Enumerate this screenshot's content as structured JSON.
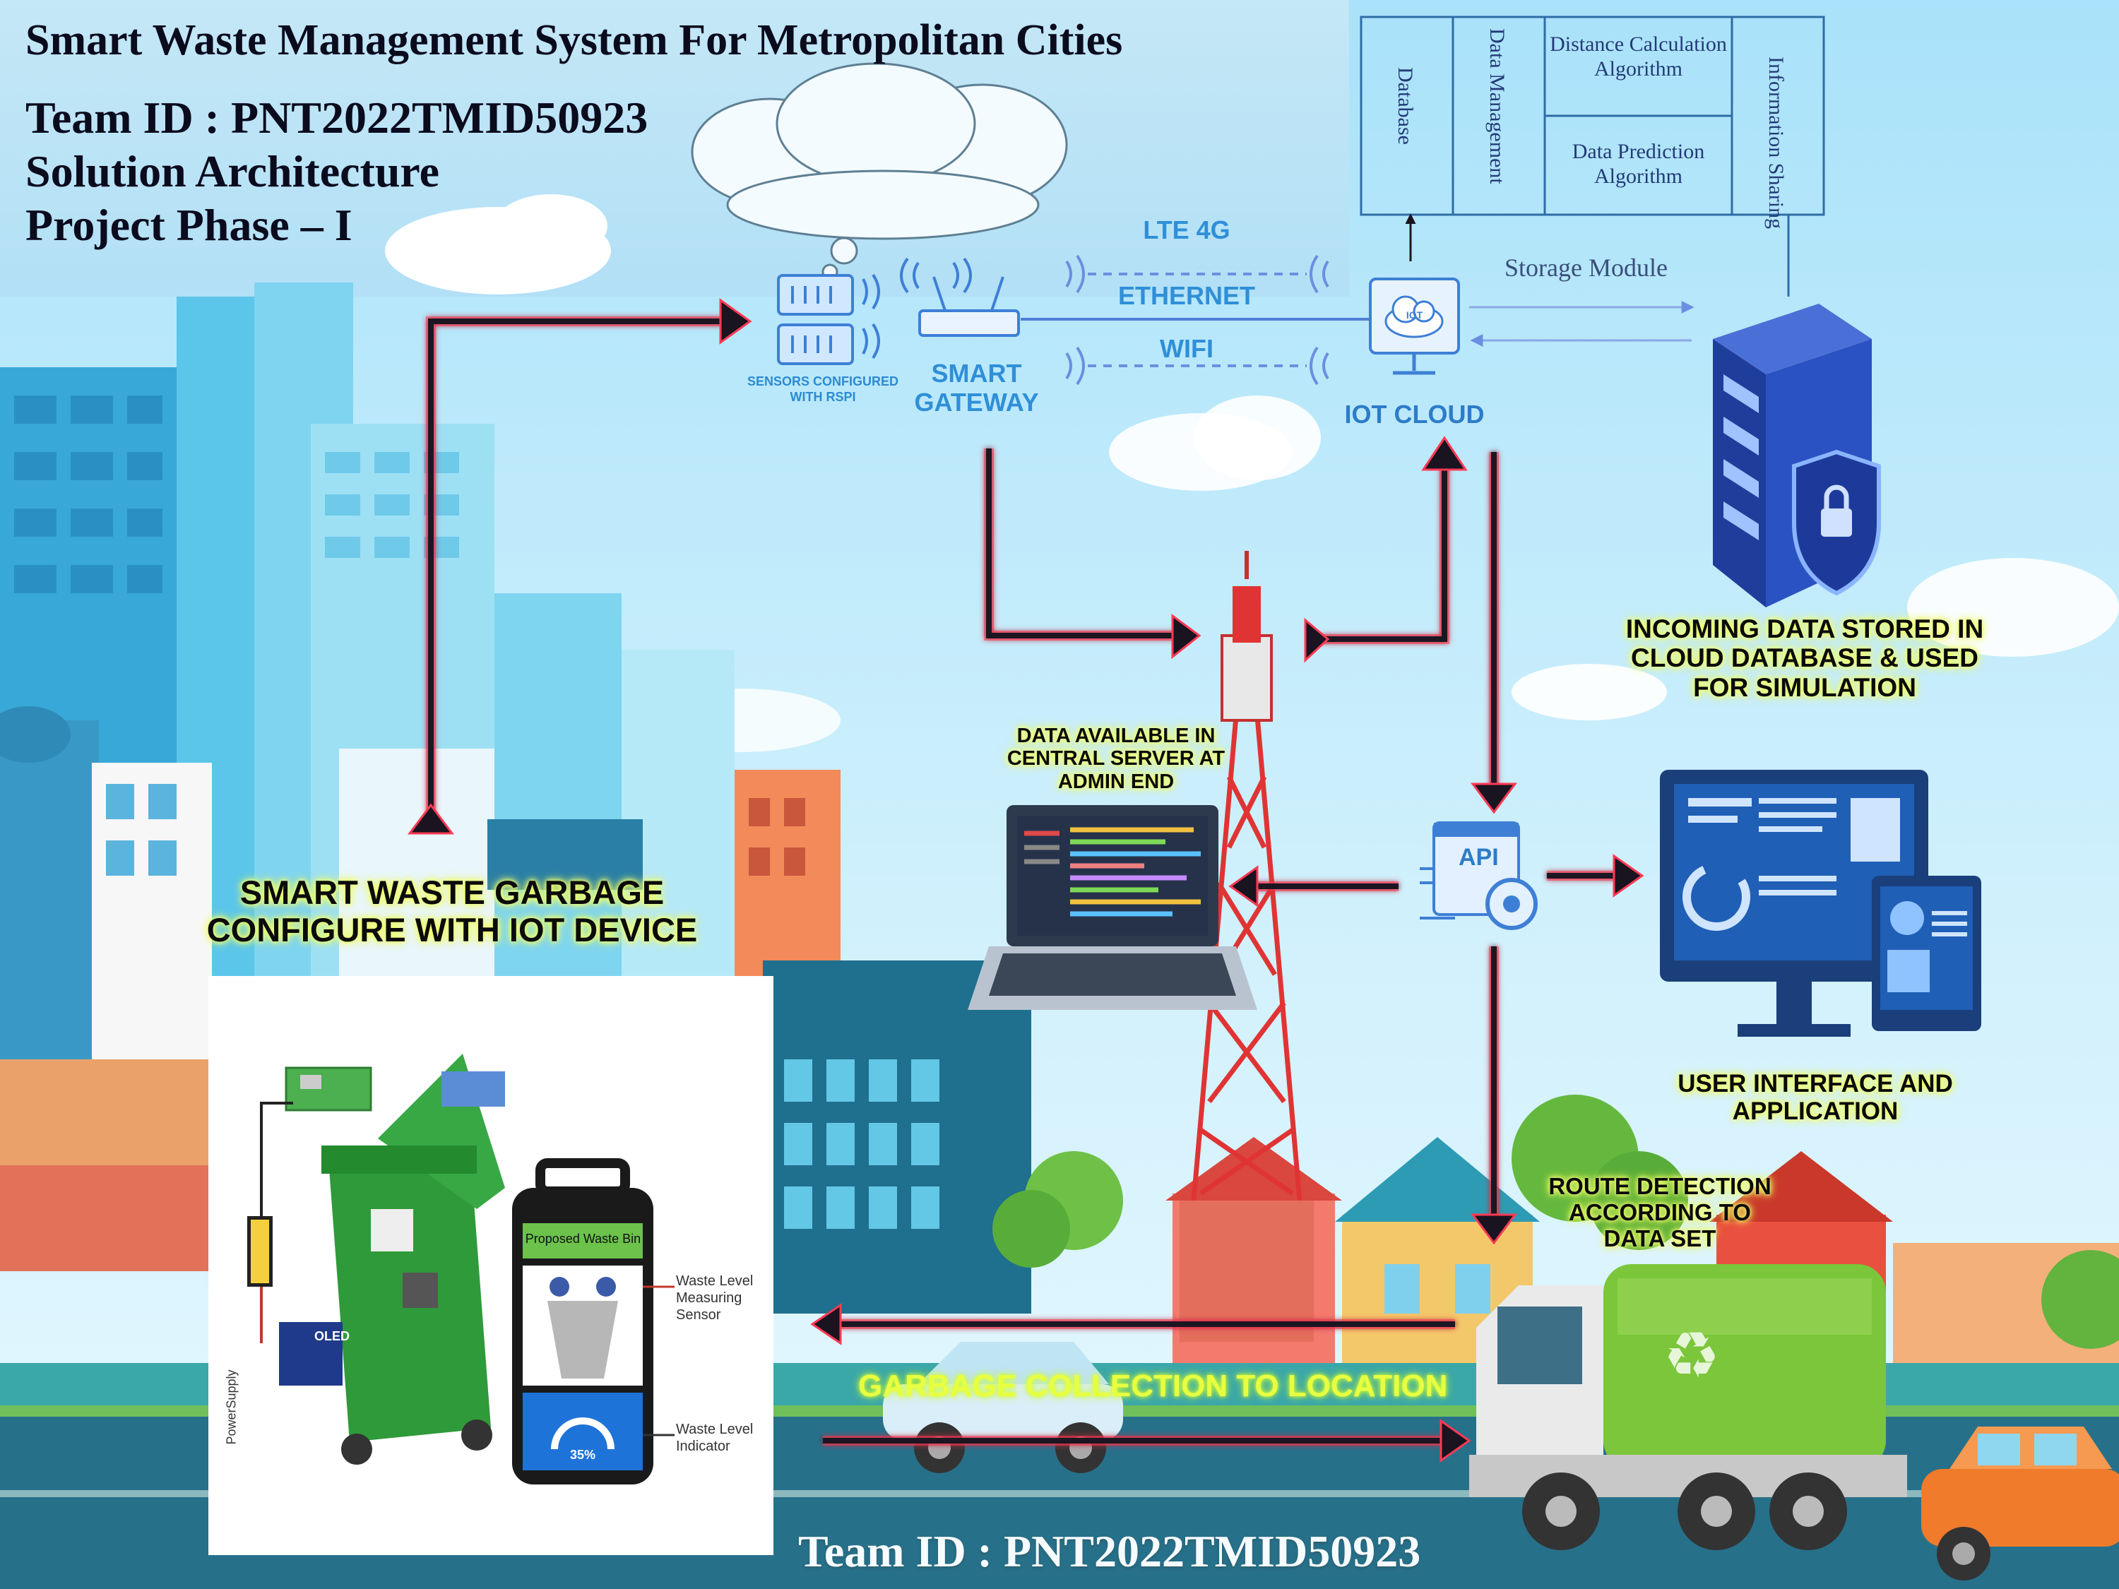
{
  "header": {
    "title": "Smart Waste Management System For Metropolitan Cities",
    "team_id": "Team ID : PNT2022TMID50923",
    "subtitle": "Solution Architecture",
    "phase": "Project Phase – I"
  },
  "architecture": {
    "database": "Database",
    "data_management": "Data Management",
    "distance_algo": "Distance Calculation Algorithm",
    "prediction_algo": "Data Prediction Algorithm",
    "info_sharing": "Information Sharing"
  },
  "network": {
    "sensors_label": "SENSORS CONFIGURED WITH RSPI",
    "gateway_label": "SMART GATEWAY",
    "lte": "LTE 4G",
    "ethernet": "ETHERNET",
    "wifi": "WIFI",
    "iot_cloud": "IOT CLOUD",
    "cloud_icon_text": "IOT",
    "storage_module": "Storage Module"
  },
  "captions": {
    "incoming_data": "INCOMING DATA STORED IN CLOUD DATABASE & USED FOR SIMULATION",
    "central_server": "DATA AVAILABLE IN CENTRAL SERVER AT ADMIN END",
    "smart_garbage": "SMART WASTE GARBAGE CONFIGURE WITH IOT DEVICE",
    "user_interface": "USER INTERFACE AND APPLICATION",
    "route_detection": "ROUTE DETECTION ACCORDING TO DATA SET",
    "garbage_collection": "GARBAGE COLLECTION TO LOCATION",
    "api": "API"
  },
  "bin_diagram": {
    "proposed_bin": "Proposed Waste Bin",
    "level_sensor": "Waste Level Measuring Sensor",
    "level_indicator": "Waste Level Indicator",
    "level_value": "35%",
    "power_supply": "PowerSupply",
    "oled": "OLED"
  },
  "footer": {
    "team_id": "Team ID : PNT2022TMID50923"
  },
  "colors": {
    "sky": "#bfe9fb",
    "flow_arrow": "#1a1320",
    "arrow_glow": "#ff3a55",
    "caption_glow": "#f3ff70",
    "network_blue": "#2f8fd8",
    "truck_green": "#7bc63a"
  }
}
